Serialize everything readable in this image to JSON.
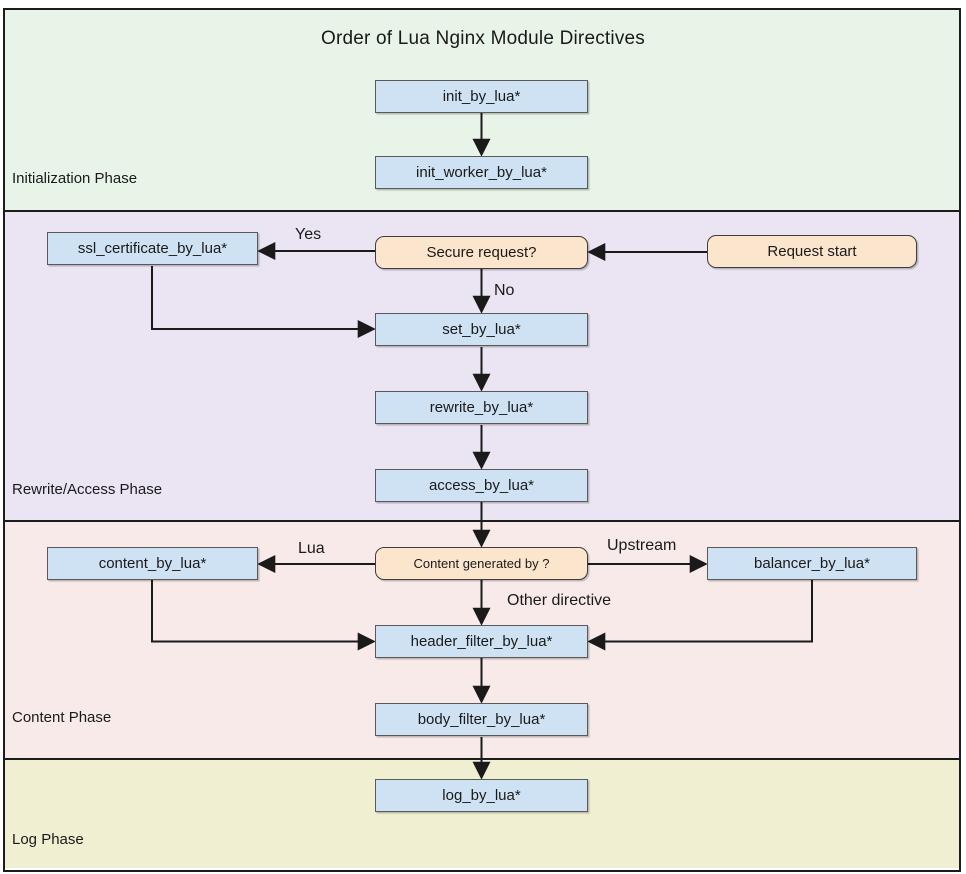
{
  "title": "Order of Lua Nginx Module Directives",
  "phases": {
    "initialization": {
      "label": "Initialization Phase"
    },
    "rewrite_access": {
      "label": "Rewrite/Access Phase"
    },
    "content": {
      "label": "Content Phase"
    },
    "log": {
      "label": "Log Phase"
    }
  },
  "nodes": {
    "init_by_lua": {
      "label": "init_by_lua*",
      "type": "process"
    },
    "init_worker_by_lua": {
      "label": "init_worker_by_lua*",
      "type": "process"
    },
    "ssl_certificate_by_lua": {
      "label": "ssl_certificate_by_lua*",
      "type": "process"
    },
    "secure_request": {
      "label": "Secure request?",
      "type": "decision"
    },
    "request_start": {
      "label": "Request start",
      "type": "terminal"
    },
    "set_by_lua": {
      "label": "set_by_lua*",
      "type": "process"
    },
    "rewrite_by_lua": {
      "label": "rewrite_by_lua*",
      "type": "process"
    },
    "access_by_lua": {
      "label": "access_by_lua*",
      "type": "process"
    },
    "content_by_lua": {
      "label": "content_by_lua*",
      "type": "process"
    },
    "content_generated_by": {
      "label": "Content generated by ?",
      "type": "decision"
    },
    "balancer_by_lua": {
      "label": "balancer_by_lua*",
      "type": "process"
    },
    "header_filter_by_lua": {
      "label": "header_filter_by_lua*",
      "type": "process"
    },
    "body_filter_by_lua": {
      "label": "body_filter_by_lua*",
      "type": "process"
    },
    "log_by_lua": {
      "label": "log_by_lua*",
      "type": "process"
    }
  },
  "edge_labels": {
    "yes": "Yes",
    "no": "No",
    "lua": "Lua",
    "upstream": "Upstream",
    "other_directive": "Other directive"
  },
  "colors": {
    "process_box": "#cfe2f3",
    "decision_box": "#fce5cd",
    "phase_initialization_bg": "#e9f4e9",
    "phase_rewrite_access_bg": "#ebe4f3",
    "phase_content_bg": "#f7eae9",
    "phase_log_bg": "#f1efd2",
    "line": "#1a1a1a"
  }
}
